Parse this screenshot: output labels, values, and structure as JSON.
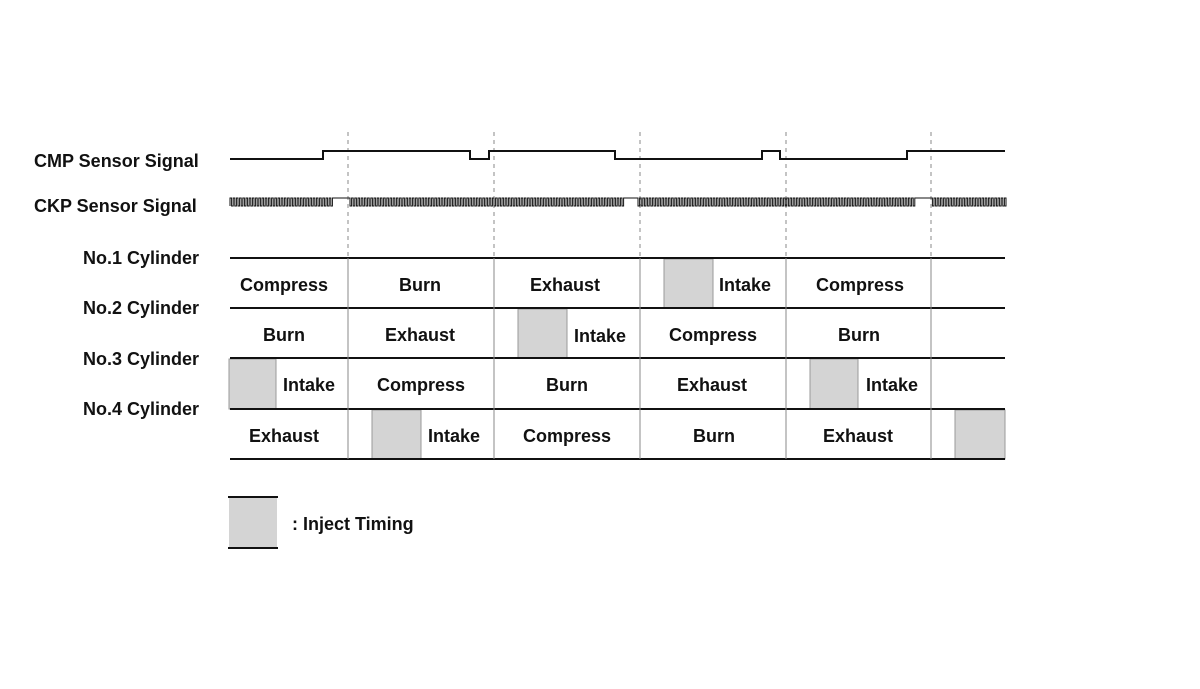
{
  "signals": {
    "cmp_label": "CMP Sensor Signal",
    "ckp_label": "CKP Sensor Signal"
  },
  "cylinders": [
    {
      "label": "No.1 Cylinder",
      "phases": [
        {
          "text": "Compress",
          "inject": false
        },
        {
          "text": "Burn",
          "inject": false
        },
        {
          "text": "Exhaust",
          "inject": false
        },
        {
          "text": "Intake",
          "inject": true
        },
        {
          "text": "Compress",
          "inject": false
        },
        {
          "text": "",
          "inject": false
        }
      ]
    },
    {
      "label": "No.2 Cylinder",
      "phases": [
        {
          "text": "Burn",
          "inject": false
        },
        {
          "text": "Exhaust",
          "inject": false
        },
        {
          "text": "Intake",
          "inject": true
        },
        {
          "text": "Compress",
          "inject": false
        },
        {
          "text": "Burn",
          "inject": false
        },
        {
          "text": "",
          "inject": false
        }
      ]
    },
    {
      "label": "No.3 Cylinder",
      "phases": [
        {
          "text": "Intake",
          "inject": true
        },
        {
          "text": "Compress",
          "inject": false
        },
        {
          "text": "Burn",
          "inject": false
        },
        {
          "text": "Exhaust",
          "inject": false
        },
        {
          "text": "Intake",
          "inject": true
        },
        {
          "text": "",
          "inject": false
        }
      ]
    },
    {
      "label": "No.4 Cylinder",
      "phases": [
        {
          "text": "Exhaust",
          "inject": false
        },
        {
          "text": "Intake",
          "inject": true
        },
        {
          "text": "Compress",
          "inject": false
        },
        {
          "text": "Burn",
          "inject": false
        },
        {
          "text": "Exhaust",
          "inject": false
        },
        {
          "text": "",
          "inject": true
        }
      ]
    }
  ],
  "legend": {
    "text": ": Inject Timing"
  },
  "colors": {
    "line": "#111111",
    "inject_fill": "#d4d4d4",
    "divider": "#888888"
  }
}
